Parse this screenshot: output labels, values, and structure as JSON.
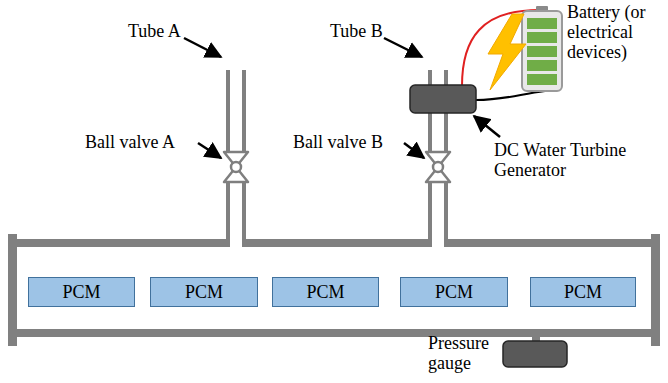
{
  "diagram": {
    "nodes": [
      {
        "text": [
          "PCM"
        ]
      },
      {
        "text": [
          "PCM"
        ]
      },
      {
        "text": [
          "PCM"
        ]
      },
      {
        "text": [
          "PCM"
        ]
      },
      {
        "text": [
          "PCM"
        ]
      }
    ],
    "labels": [
      "Tube A",
      "Ball valve A",
      "Tube B",
      "Ball valve B",
      "DC Water Turbine Generator",
      "Battery (or electrical devices)",
      "Pressure gauge"
    ]
  }
}
